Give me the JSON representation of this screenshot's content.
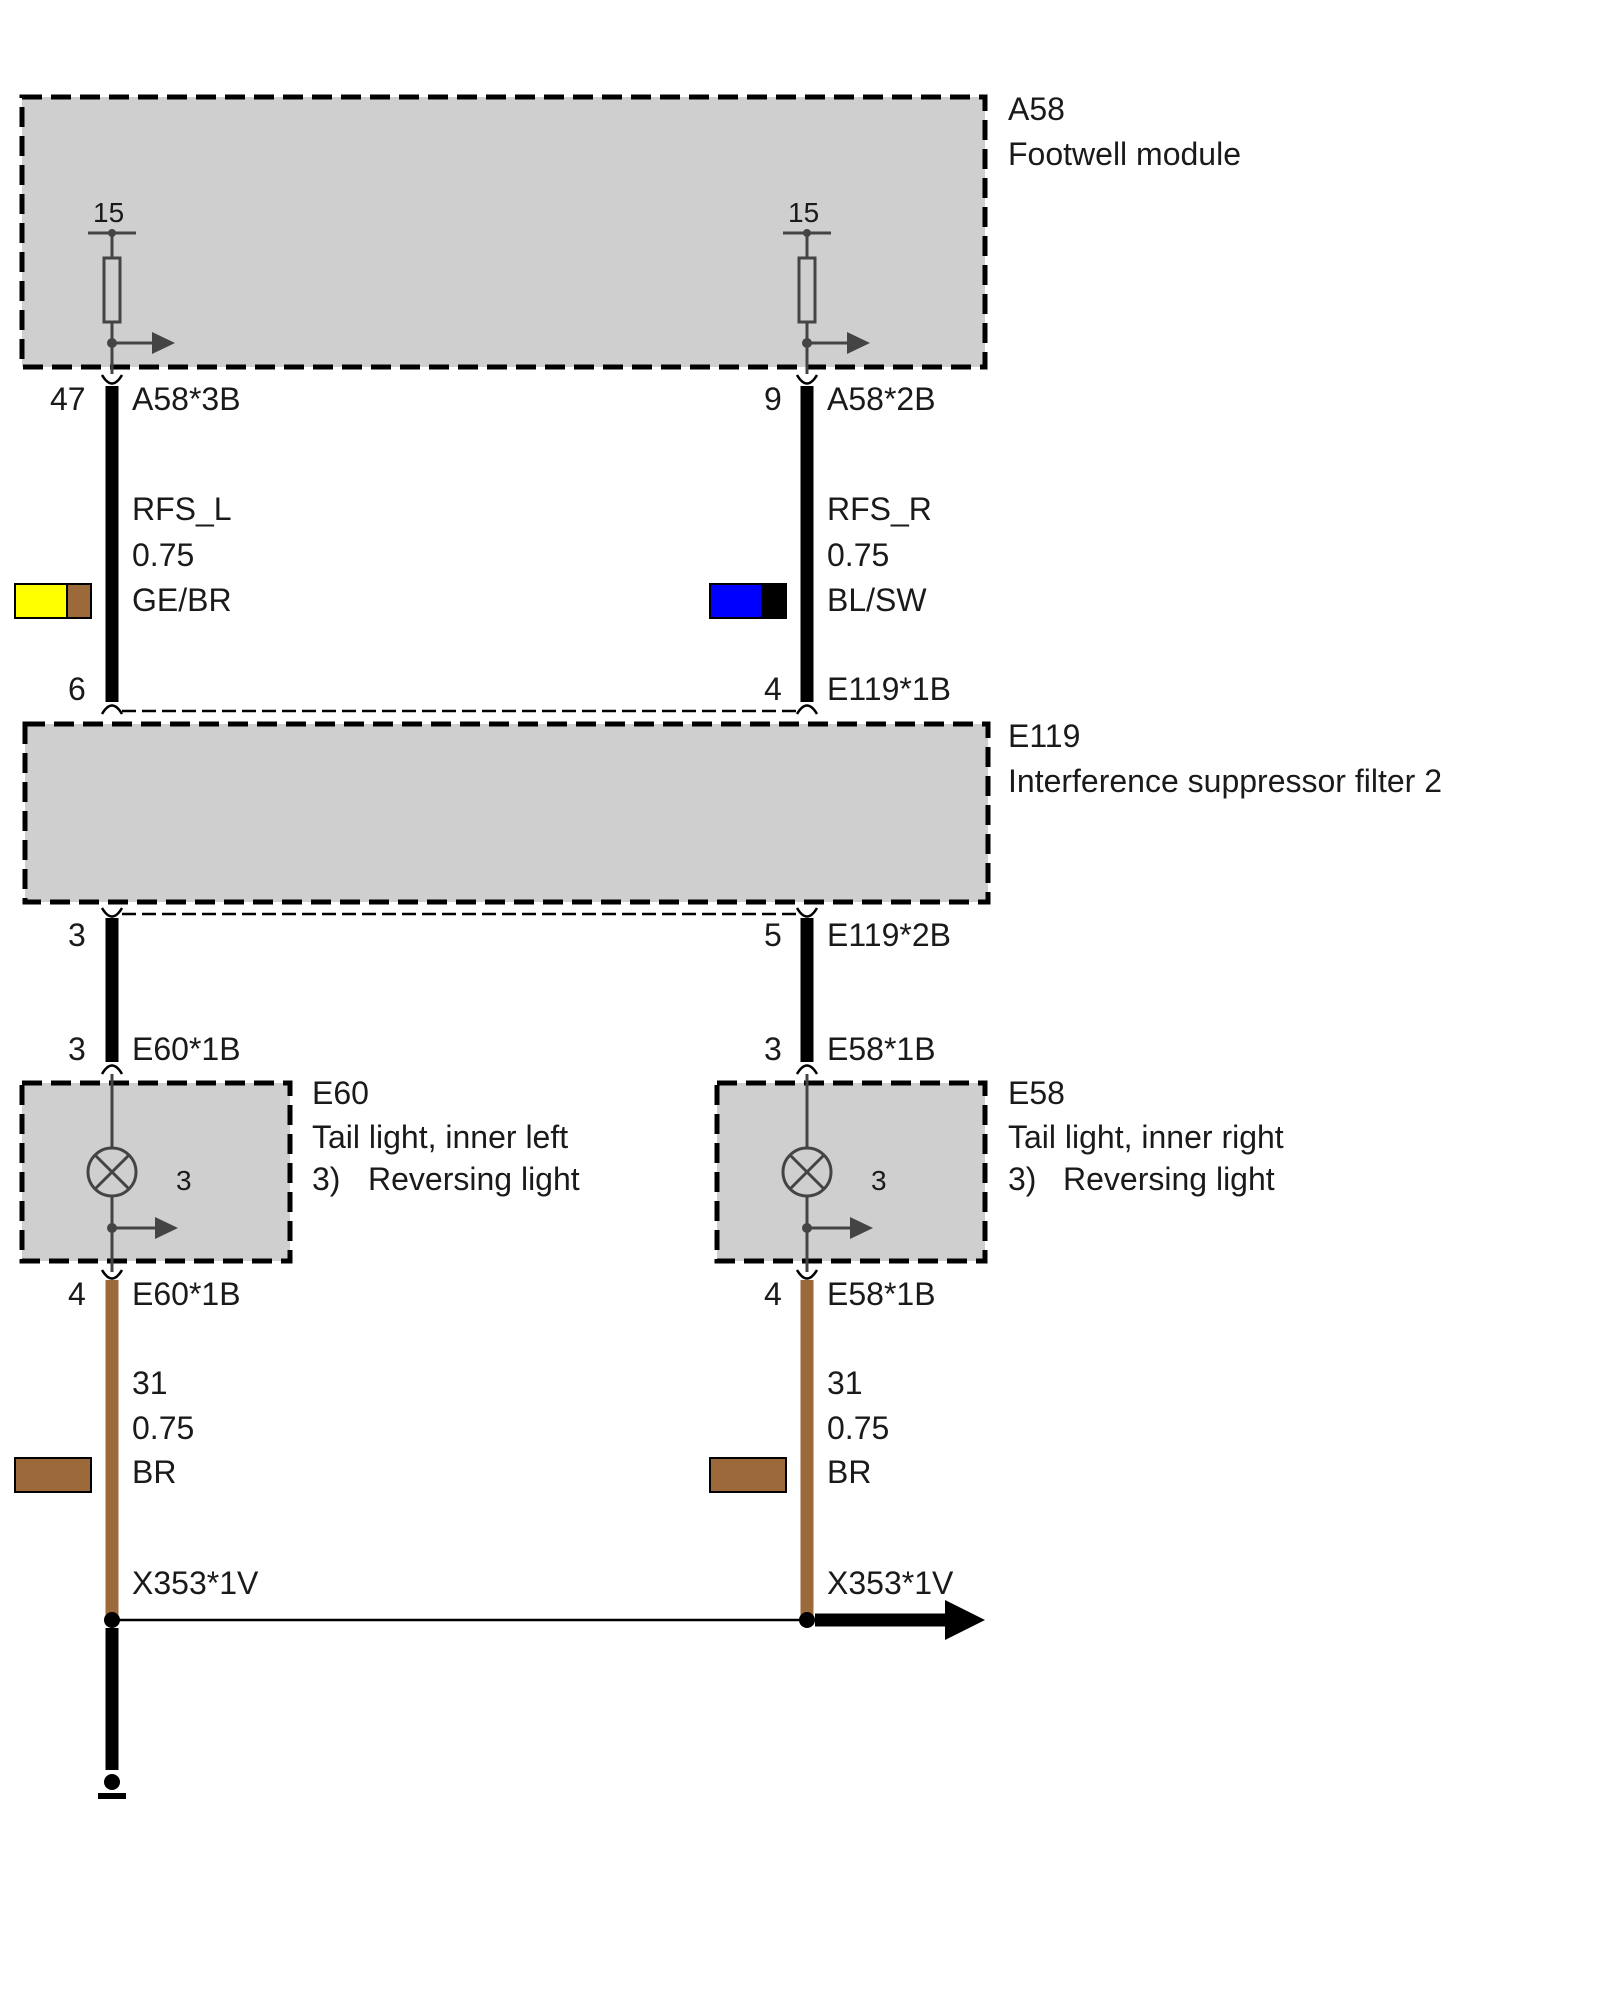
{
  "colors": {
    "wire_black": "#000000",
    "wire_brown": "#9c6a3a",
    "module_fill": "#cfcfcf",
    "yellow": "#ffff00",
    "blue": "#0000ff",
    "brown": "#9c6a3a",
    "black": "#000000"
  },
  "a58": {
    "id": "A58",
    "name": "Footwell module",
    "term_left": "15",
    "term_right": "15"
  },
  "e119": {
    "id": "E119",
    "name": "Interference suppressor filter 2"
  },
  "e60": {
    "id": "E60",
    "name": "Tail light, inner left",
    "func_num": "3)",
    "func": "Reversing light",
    "lamp_num": "3"
  },
  "e58": {
    "id": "E58",
    "name": "Tail light, inner right",
    "func_num": "3)",
    "func": "Reversing light",
    "lamp_num": "3"
  },
  "left": {
    "pin_a58": "47",
    "conn_a58": "A58*3B",
    "sig": "RFS_L",
    "size": "0.75",
    "color": "GE/BR",
    "pin_e119_in": "6",
    "pin_e119_out": "3",
    "pin_lamp_in": "3",
    "conn_lamp_in": "E60*1B",
    "pin_lamp_out": "4",
    "conn_lamp_out": "E60*1B",
    "gnd_sig": "31",
    "gnd_size": "0.75",
    "gnd_color": "BR",
    "splice": "X353*1V"
  },
  "right": {
    "pin_a58": "9",
    "conn_a58": "A58*2B",
    "sig": "RFS_R",
    "size": "0.75",
    "color": "BL/SW",
    "pin_e119_in": "4",
    "conn_e119_in": "E119*1B",
    "pin_e119_out": "5",
    "conn_e119_out": "E119*2B",
    "pin_lamp_in": "3",
    "conn_lamp_in": "E58*1B",
    "pin_lamp_out": "4",
    "conn_lamp_out": "E58*1B",
    "gnd_sig": "31",
    "gnd_size": "0.75",
    "gnd_color": "BR",
    "splice": "X353*1V"
  }
}
